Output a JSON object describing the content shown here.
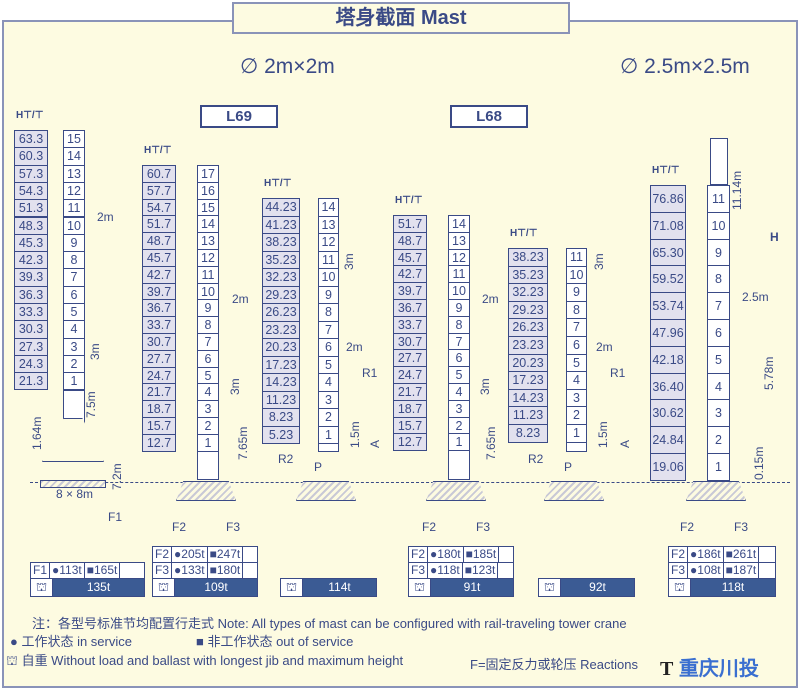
{
  "title": "塔身截面 Mast",
  "section_small": "∅ 2m×2m",
  "section_large": "∅ 2.5m×2.5m",
  "model_l69": "L69",
  "model_l68": "L68",
  "height_header": "H",
  "columns": [
    {
      "heights": [
        "63.3",
        "60.3",
        "57.3",
        "54.3",
        "51.3",
        "48.3",
        "45.3",
        "42.3",
        "39.3",
        "36.3",
        "33.3",
        "30.3",
        "27.3",
        "24.3",
        "21.3"
      ],
      "sections": [
        "15",
        "14",
        "13",
        "12",
        "11",
        "10",
        "9",
        "8",
        "7",
        "6",
        "5",
        "4",
        "3",
        "2",
        "1"
      ]
    },
    {
      "heights": [
        "60.7",
        "57.7",
        "54.7",
        "51.7",
        "48.7",
        "45.7",
        "42.7",
        "39.7",
        "36.7",
        "33.7",
        "30.7",
        "27.7",
        "24.7",
        "21.7",
        "18.7",
        "15.7",
        "12.7"
      ],
      "sections": [
        "17",
        "16",
        "15",
        "14",
        "13",
        "12",
        "11",
        "10",
        "9",
        "8",
        "7",
        "6",
        "5",
        "4",
        "3",
        "2",
        "1"
      ]
    },
    {
      "heights": [
        "44.23",
        "41.23",
        "38.23",
        "35.23",
        "32.23",
        "29.23",
        "26.23",
        "23.23",
        "20.23",
        "17.23",
        "14.23",
        "11.23",
        "8.23",
        "5.23"
      ],
      "sections": [
        "14",
        "13",
        "12",
        "11",
        "10",
        "9",
        "8",
        "7",
        "6",
        "5",
        "4",
        "3",
        "2",
        "1"
      ]
    },
    {
      "heights": [
        "51.7",
        "48.7",
        "45.7",
        "42.7",
        "39.7",
        "36.7",
        "33.7",
        "30.7",
        "27.7",
        "24.7",
        "21.7",
        "18.7",
        "15.7",
        "12.7"
      ],
      "sections": [
        "14",
        "13",
        "12",
        "11",
        "10",
        "9",
        "8",
        "7",
        "6",
        "5",
        "4",
        "3",
        "2",
        "1"
      ]
    },
    {
      "heights": [
        "38.23",
        "35.23",
        "32.23",
        "29.23",
        "26.23",
        "23.23",
        "20.23",
        "17.23",
        "14.23",
        "11.23",
        "8.23"
      ],
      "sections": [
        "11",
        "10",
        "9",
        "8",
        "7",
        "6",
        "5",
        "4",
        "3",
        "2",
        "1"
      ]
    },
    {
      "heights": [
        "76.86",
        "71.08",
        "65.30",
        "59.52",
        "53.74",
        "47.96",
        "42.18",
        "36.40",
        "30.62",
        "24.84",
        "19.06"
      ],
      "sections": [
        "11",
        "10",
        "9",
        "8",
        "7",
        "6",
        "5",
        "4",
        "3",
        "2",
        "1"
      ]
    }
  ],
  "annotations": [
    "2m",
    "3m",
    "7.5m",
    "1.64m",
    "7.2m",
    "8 × 8m",
    "F1",
    "2m",
    "3m",
    "7.65m",
    "3m",
    "2m",
    "R1",
    "R2",
    "P",
    "1.5m",
    "A",
    "2m",
    "3m",
    "7.65m",
    "3m",
    "2m",
    "R1",
    "R2",
    "P",
    "1.5m",
    "A",
    "2.5m",
    "5.78m",
    "11.14m",
    "0.15m",
    "H",
    "F2",
    "F3",
    "F2",
    "F3",
    "F2",
    "F3"
  ],
  "loads": [
    {
      "rows": [
        [
          "F1",
          "●113t",
          "■165t"
        ]
      ],
      "weight": "135t"
    },
    {
      "rows": [
        [
          "F2",
          "●205t",
          "■247t"
        ],
        [
          "F3",
          "●133t",
          "■180t"
        ]
      ],
      "weight": "109t"
    },
    {
      "rows": [],
      "weight": "114t"
    },
    {
      "rows": [
        [
          "F2",
          "●180t",
          "■185t"
        ],
        [
          "F3",
          "●118t",
          "■123t"
        ]
      ],
      "weight": "91t"
    },
    {
      "rows": [],
      "weight": "92t"
    },
    {
      "rows": [
        [
          "F2",
          "●186t",
          "■261t"
        ],
        [
          "F3",
          "●108t",
          "■187t"
        ]
      ],
      "weight": "118t"
    }
  ],
  "notes": {
    "note": "注：各型号标准节均配置行走式 Note: All types of mast can be configured with rail-traveling  tower crane",
    "in_service": "● 工作状态 in service",
    "out_service": "■ 非工作状态 out of service",
    "self_weight": "自重 Without load and ballast with longest jib and maximum height",
    "reaction": "F=固定反力或轮压 Reactions"
  },
  "logo": "重庆川投",
  "colors": {
    "ink": "#3a4a86",
    "background": "#fdfbe1",
    "weight_bar": "#3b5b94",
    "cell_fill": "#e2e1ee"
  }
}
